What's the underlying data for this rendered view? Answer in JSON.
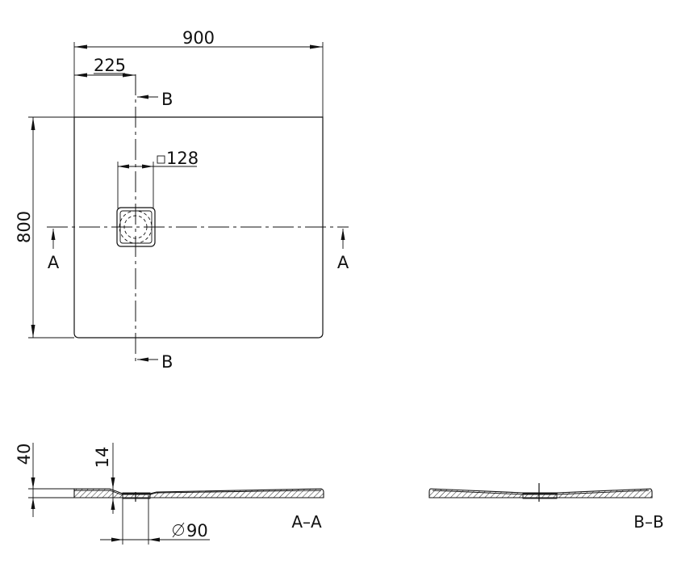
{
  "dimensions": {
    "overall_width": "900",
    "drain_offset": "225",
    "overall_depth": "800",
    "drain_square": "128",
    "total_height": "40",
    "drain_depth": "14",
    "drain_diameter": "90"
  },
  "section_marks": {
    "b_top": "B",
    "b_bottom": "B",
    "a_left": "A",
    "a_right": "A"
  },
  "section_titles": {
    "a_a": "A–A",
    "b_b": "B–B"
  },
  "symbols": {
    "square": "square-symbol",
    "diameter": "diameter-symbol"
  },
  "colors": {
    "line": "#111111",
    "background": "#ffffff"
  }
}
